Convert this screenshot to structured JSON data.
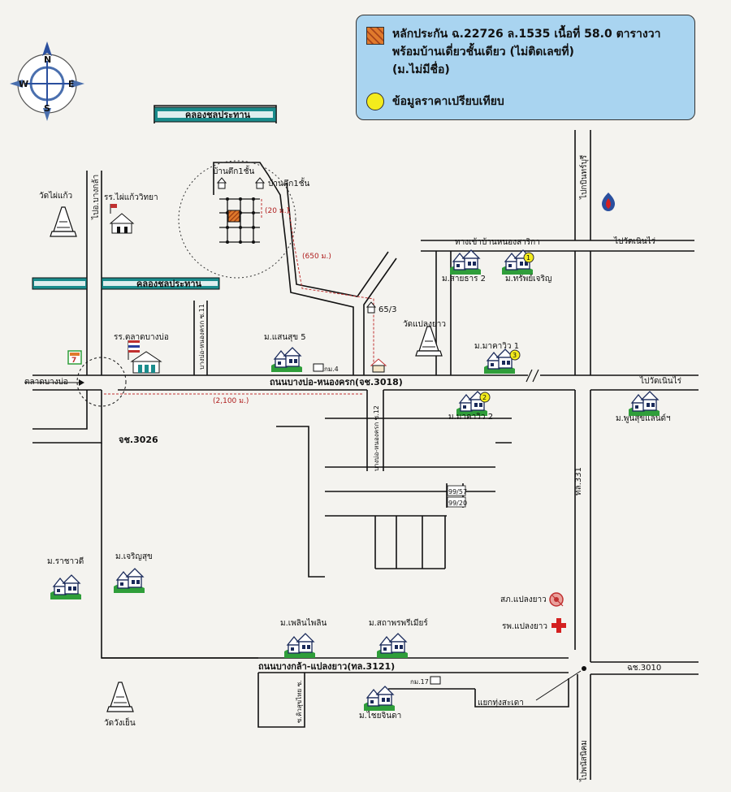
{
  "legend": {
    "collateral_line1": "หลักประกัน ฉ.22726 ล.1535 เนื้อที่ 58.0 ตารางวา",
    "collateral_line2": "พร้อมบ้านเดี่ยวชั้นเดียว (ไม่ติดเลขที่)",
    "collateral_line3": "(ม.ไม่มีชื่อ)",
    "comparison": "ข้อมูลราคาเปรียบเทียบ"
  },
  "compass": {
    "n": "N",
    "s": "S",
    "e": "E",
    "w": "W"
  },
  "canals": {
    "top": "คลองชลประทาน",
    "middle": "คลองชลประทาน"
  },
  "roads": {
    "main": "ถนนบางบ่อ-หนองครก(จช.3018)",
    "bottom": "ถนนบางกล้า-แปลงยาว(ทล.3121)",
    "hwy331": "ทล.331",
    "cc3026": "จช.3026",
    "cc3010": "ฉช.3010",
    "soi11": "บางบ่อ-หนองครก ซ.11",
    "soi12": "บางบ่อ-หนองครก ซ.12",
    "soi_bottom": "ซ.คิวสุขไทย ซ.",
    "to_bangkla": "ไปอ.บางกล้า",
    "to_phanom_sarakham": "ไปกบินทร์บุรี",
    "to_wat_noen_rai_top": "ไปวัดเนินไร่",
    "to_wat_noen_rai_mid": "ไปวัดเนินไร่",
    "to_phanat": "ไปพนัสนิคม",
    "entrance": "ทางเข้าบ้านหนองสาริกา",
    "junction": "แยกทุ่งสะเดา",
    "num_65_3": "65/3",
    "num_99_57": "99/57",
    "num_99_20": "99/20",
    "km4": "กม.4",
    "km17": "กม.17"
  },
  "distances": {
    "d20": "(20 ม.)",
    "d650": "(650 ม.)",
    "d2100": "(2,100 ม.)"
  },
  "houses": {
    "one_story_a": "บ้านตึก1ชั้น",
    "one_story_b": "บ้านตึก1ชั้น"
  },
  "places": {
    "wat_pai_kaeo": "วัดไผ่แก้ว",
    "school_pai_kaeo": "รร.ไผ่แก้ววิทยา",
    "school_talat": "รร.ตลาดบางบ่อ",
    "talat_bang_bo": "ตลาดบางบ่อ",
    "wat_plaeng_yao": "วัดแปลงยาว",
    "wat_wang_yen": "วัดวังเย็น",
    "police": "สภ.แปลงยาว",
    "hospital": "รพ.แปลงยาว"
  },
  "villages": {
    "sai_than_2": "ม.สายธาร 2",
    "sap_charoen": "ม.ทรัพย์เจริญ",
    "maneerin_5": "ม.แสนสุข 5",
    "makawin_1": "ม.มาคาวิว 1",
    "makawin_2": "ม.มาคาวิว 2",
    "phun_suk": "ม.พูนสุขแลนด์ฯ",
    "rachawadee": "ม.ราชาวดี",
    "charoen_suk": "ม.เจริญสุข",
    "phloen_phrai": "ม.เพลินไพลิน",
    "sathaporn": "ม.สถาพรพรีเมียร์",
    "chaicharoen": "ม.ไชยจินดา"
  },
  "markers": {
    "m1": "1",
    "m2": "2",
    "m3": "3"
  },
  "colors": {
    "canal": "#1a8c8c",
    "road": "#111111",
    "legend_bg": "#a9d4f0",
    "collateral": "#e07a2c",
    "comparison": "#f4ec1c",
    "distance": "#c03030",
    "village_green": "#2f9e3a"
  }
}
